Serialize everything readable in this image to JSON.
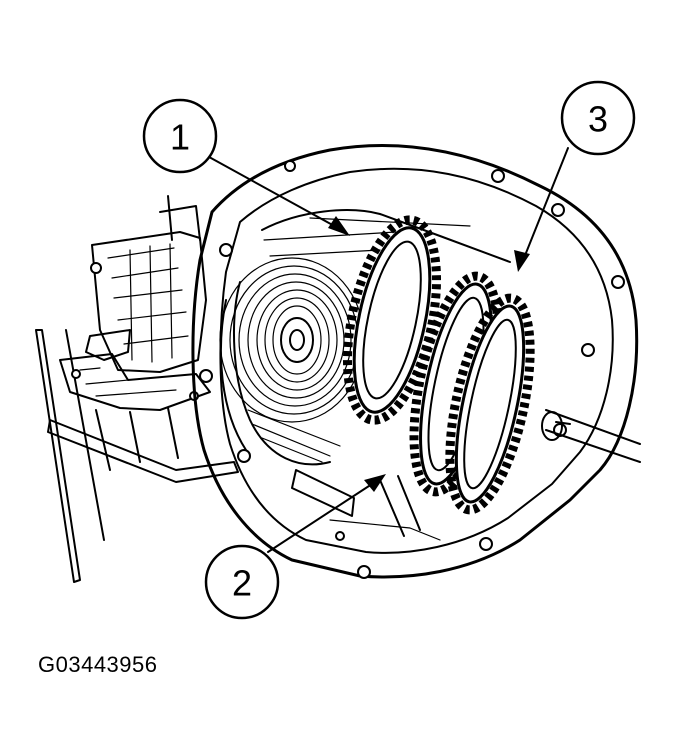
{
  "figure": {
    "reference_code": "G03443956",
    "callouts": [
      {
        "label": "1"
      },
      {
        "label": "2"
      },
      {
        "label": "3"
      }
    ]
  }
}
